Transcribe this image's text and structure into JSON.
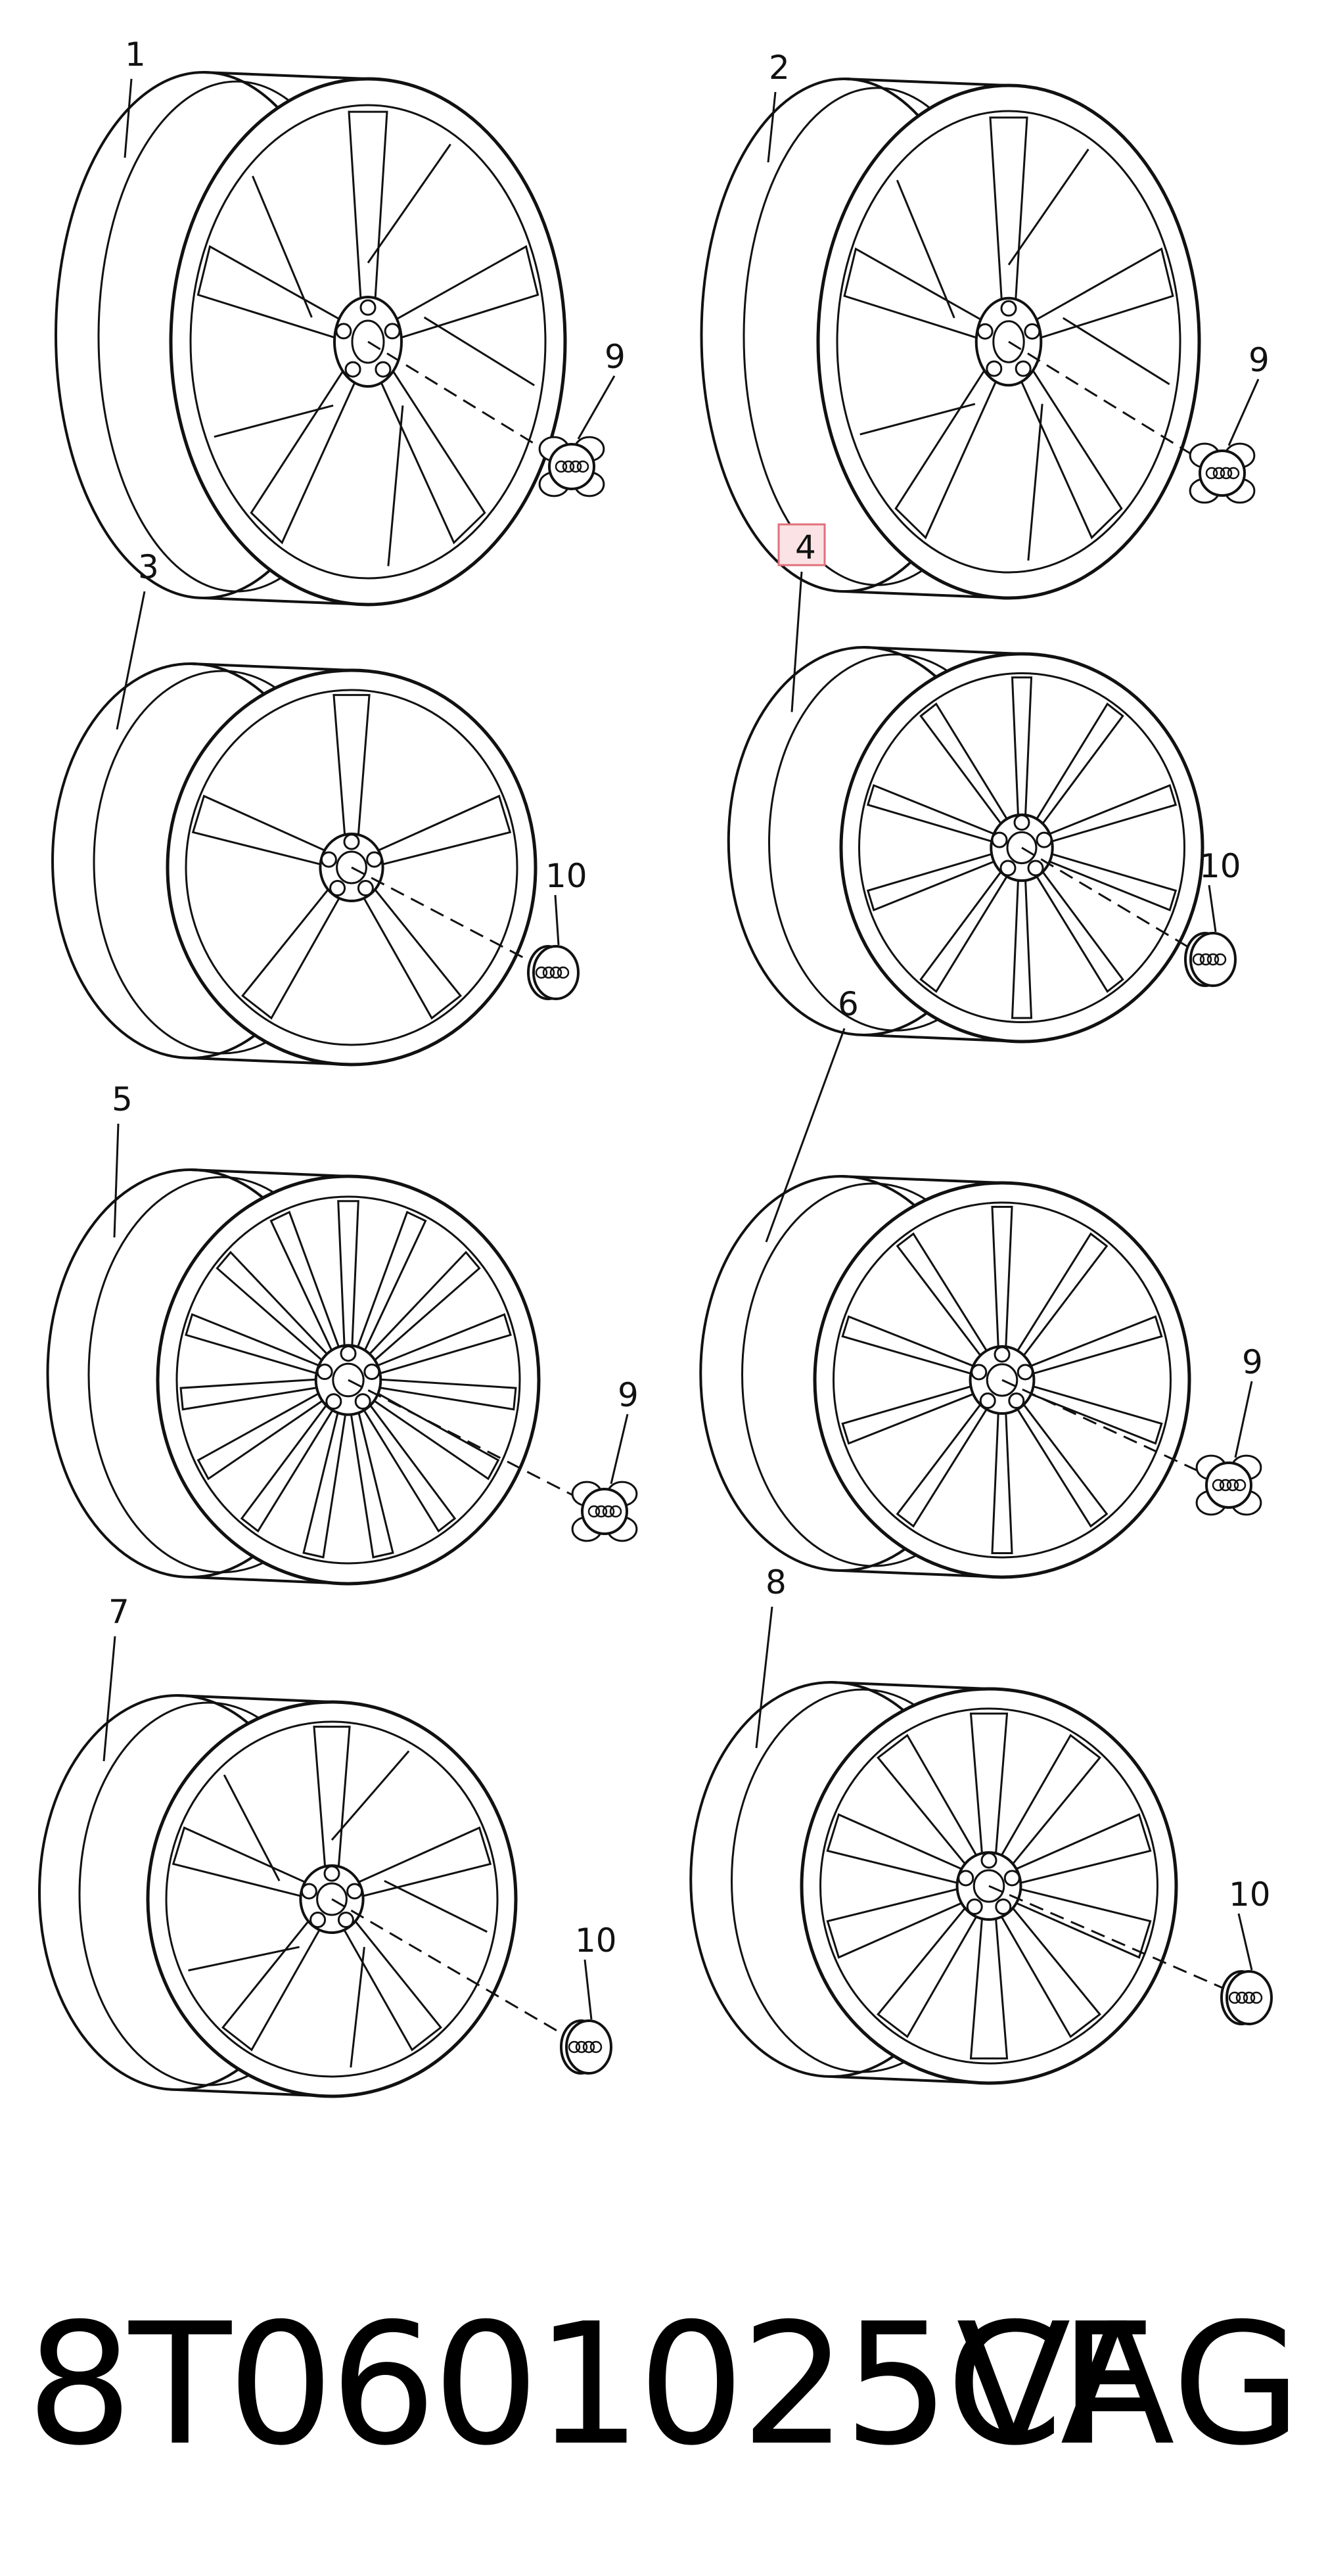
{
  "diagram": {
    "parts": [
      {
        "label": "1",
        "type": "wheel",
        "spokes": 5,
        "style": "twin",
        "cap": "9"
      },
      {
        "label": "2",
        "type": "wheel",
        "spokes": 5,
        "style": "twin",
        "cap": "9"
      },
      {
        "label": "3",
        "type": "wheel",
        "spokes": 5,
        "style": "single",
        "cap": "10"
      },
      {
        "label": "4",
        "type": "wheel",
        "spokes": 10,
        "style": "thin",
        "cap": "10",
        "highlighted": true
      },
      {
        "label": "5",
        "type": "wheel",
        "spokes": 15,
        "style": "multi",
        "cap": "9"
      },
      {
        "label": "6",
        "type": "wheel",
        "spokes": 10,
        "style": "thin",
        "cap": "9"
      },
      {
        "label": "7",
        "type": "wheel",
        "spokes": 5,
        "style": "twin",
        "cap": "10"
      },
      {
        "label": "8",
        "type": "wheel",
        "spokes": 10,
        "style": "single",
        "cap": "10"
      }
    ],
    "highlight_color": "#e0707a",
    "highlight_fill": "#fbe3e5",
    "line_color": "#111111"
  },
  "footer": {
    "part_number": "8T0601025CF",
    "maker": "VAG"
  }
}
